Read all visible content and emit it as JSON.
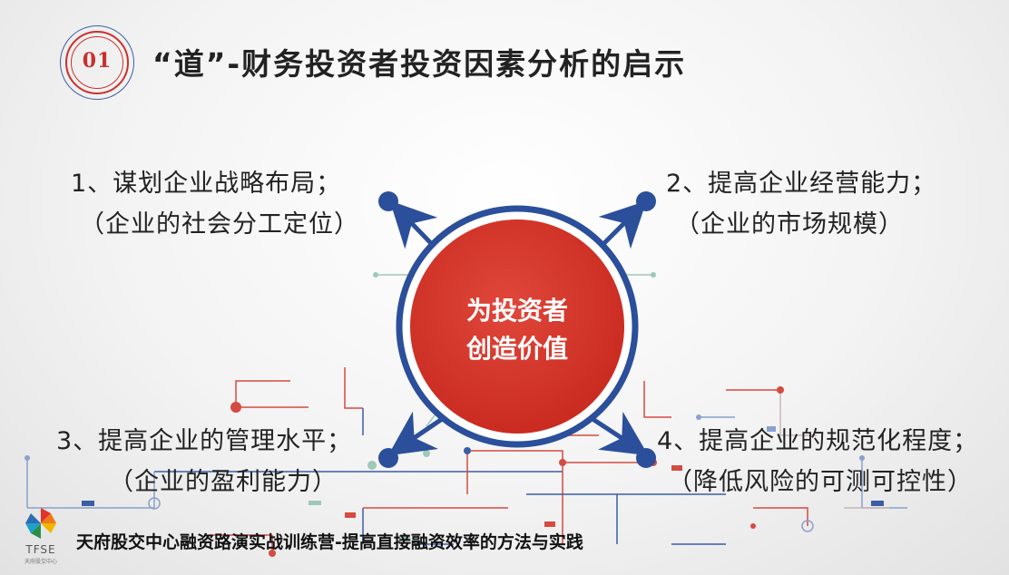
{
  "header": {
    "badge_number": "01",
    "title": "“道”-财务投资者投资因素分析的启示"
  },
  "center": {
    "line1": "为投资者",
    "line2": "创造价值"
  },
  "factors": [
    {
      "title": "1、谋划企业战略布局；",
      "sub": "（企业的社会分工定位）"
    },
    {
      "title": "2、提高企业经营能力；",
      "sub": "（企业的市场规模）"
    },
    {
      "title": "3、提高企业的管理水平；",
      "sub": "（企业的盈利能力）"
    },
    {
      "title": "4、提高企业的规范化程度；",
      "sub": "（降低风险的可测可控性）"
    }
  ],
  "footer": {
    "logo_text": "TFSE",
    "logo_subtext": "天府股交中心",
    "caption": "天府股交中心融资路演实战训练营-提高直接融资效率的方法与实践"
  },
  "colors": {
    "accent_red": "#d23328",
    "accent_blue": "#2b4f9a",
    "badge_red": "#c9302c"
  },
  "icons": {
    "logo": "pinwheel-icon"
  }
}
